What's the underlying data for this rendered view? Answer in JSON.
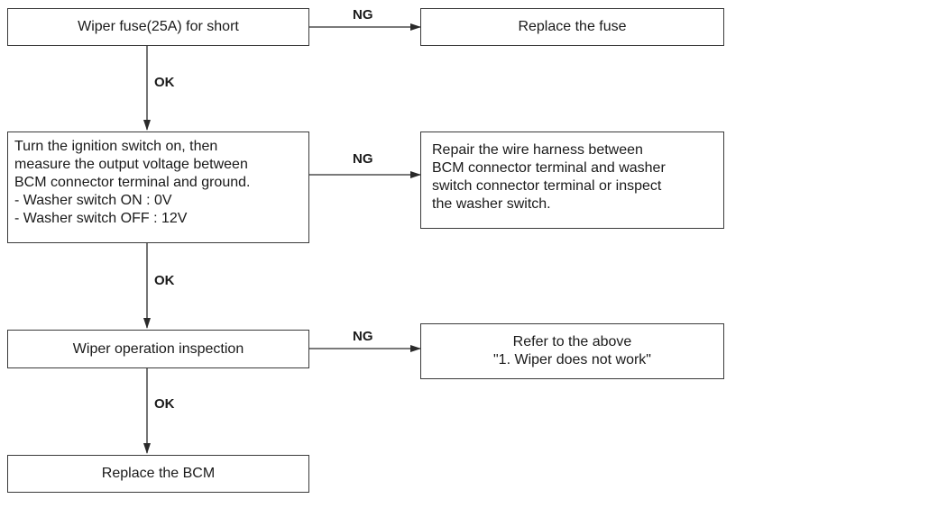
{
  "steps": [
    {
      "lines": [
        "Wiper fuse(25A) for short"
      ],
      "ng_label": "NG",
      "ng_result": [
        "Replace the fuse"
      ],
      "ok_label": "OK"
    },
    {
      "lines": [
        "Turn the ignition switch on, then",
        "measure the output voltage between",
        "BCM connector terminal and ground.",
        "- Washer switch ON : 0V",
        "- Washer switch OFF : 12V"
      ],
      "ng_label": "NG",
      "ng_result": [
        "Repair the wire harness between",
        "BCM connector terminal and washer",
        "switch connector terminal or inspect",
        "the washer switch."
      ],
      "ok_label": "OK"
    },
    {
      "lines": [
        "Wiper operation inspection"
      ],
      "ng_label": "NG",
      "ng_result": [
        "Refer to the above",
        "\"1. Wiper does not work\""
      ],
      "ok_label": "OK"
    },
    {
      "lines": [
        "Replace the BCM"
      ]
    }
  ]
}
